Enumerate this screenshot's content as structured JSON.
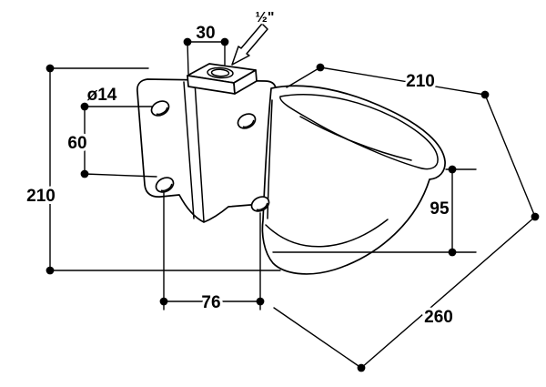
{
  "figure": {
    "dims": {
      "d30": "30",
      "thread": "½\"",
      "d210_top": "210",
      "dia14": "ø14",
      "d60": "60",
      "d210_left": "210",
      "d95": "95",
      "d76": "76",
      "d260": "260"
    }
  }
}
